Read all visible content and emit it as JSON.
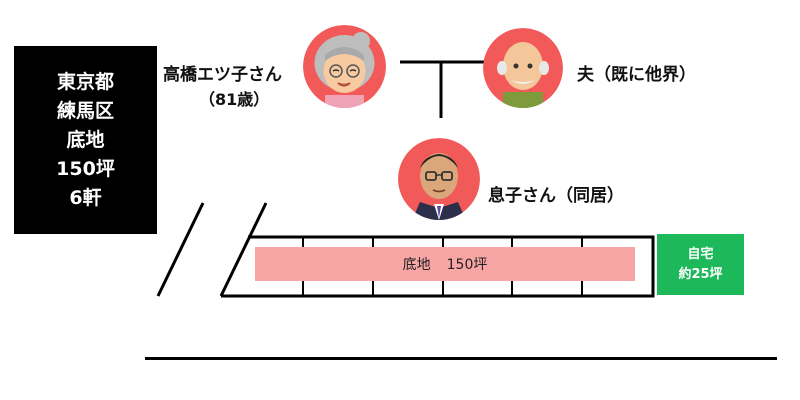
{
  "info": {
    "lines": [
      "東京都",
      "練馬区",
      "底地",
      "150坪",
      "6軒"
    ]
  },
  "people": {
    "mother": {
      "name": "高橋エツ子さん",
      "age": "（81歳）",
      "icon": "elderly-woman-icon"
    },
    "husband": {
      "label": "夫（既に他界）",
      "icon": "elderly-man-icon"
    },
    "son": {
      "label": "息子さん（同居）",
      "icon": "businessman-icon"
    }
  },
  "land": {
    "label": "底地",
    "size": "150坪",
    "lots": 6
  },
  "home": {
    "label": "自宅",
    "size": "約25坪"
  },
  "colors": {
    "avatar_bg": "#f25a5a",
    "land_band": "#f7a5a5",
    "home": "#1cb85a"
  }
}
